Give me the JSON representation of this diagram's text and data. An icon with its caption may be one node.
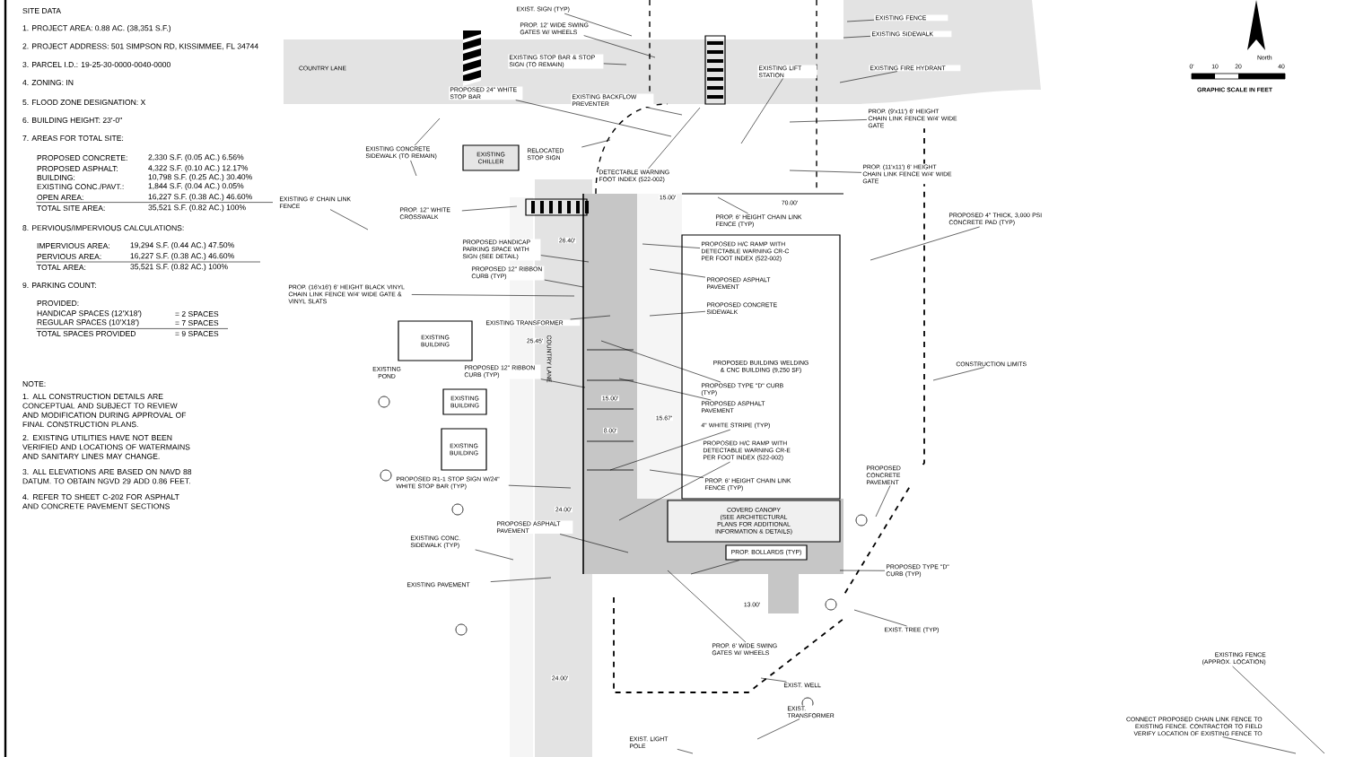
{
  "diagram": {
    "nodes": [
      {
        "text": [
          "EXIST. SIGN (TYP)"
        ]
      },
      {
        "text": [
          "PROP. 12' WIDE SWING GATES W/ WHEELS"
        ]
      },
      {
        "text": [
          "EXISTING STOP BAR & STOP SIGN (TO REMAIN)"
        ]
      },
      {
        "text": [
          "PROPOSED 24\" WHITE STOP BAR"
        ]
      },
      {
        "text": [
          "EXISTING BACKFLOW PREVENTER"
        ]
      },
      {
        "text": [
          "EXISTING CONCRETE SIDEWALK (TO REMAIN)"
        ]
      },
      {
        "text": [
          "RELOCATED STOP SIGN"
        ]
      },
      {
        "text": [
          "DETECTABLE WARNING FOOT INDEX (522-002)"
        ]
      },
      {
        "text": [
          "EXISTING LIFT STATION"
        ]
      },
      {
        "text": [
          "EXISTING FENCE"
        ]
      },
      {
        "text": [
          "EXISTING SIDEWALK"
        ]
      },
      {
        "text": [
          "EXISTING FIRE HYDRANT"
        ]
      },
      {
        "text": [
          "PROP. (9'x11') 6' HEIGHT CHAIN LINK FENCE W/4' WIDE GATE"
        ]
      },
      {
        "text": [
          "PROP. (11'x11') 6' HEIGHT CHAIN LINK FENCE W/4' WIDE GATE"
        ]
      },
      {
        "text": [
          "PROPOSED 4\" THICK, 3,000 PSI CONCRETE PAD (TYP)"
        ]
      },
      {
        "text": [
          "EXISTING CHILLER"
        ]
      },
      {
        "text": [
          "EXISTING 6' CHAIN LINK FENCE"
        ]
      },
      {
        "text": [
          "PROP. 12\" WHITE CROSSWALK"
        ]
      },
      {
        "text": [
          "PROPOSED BUILDING WELDING & CNC BUILDING (9,250 SF)"
        ]
      },
      {
        "text": [
          "PROP. 6' HEIGHT CHAIN LINK FENCE (TYP)"
        ]
      },
      {
        "text": [
          "PROPOSED HANDICAP PARKING SPACE WITH SIGN (SEE DETAIL)"
        ]
      },
      {
        "text": [
          "PROPOSED H/C RAMP WITH DETECTABLE WARNING CR-C PER FOOT INDEX (522-002)"
        ],
        "in": 18
      },
      {
        "text": [
          "PROPOSED 12\" RIBBON CURB (TYP)"
        ]
      },
      {
        "text": [
          "PROPOSED ASPHALT PAVEMENT"
        ],
        "in": 18
      },
      {
        "text": [
          "PROP. (16'x16') 6' HEIGHT BLACK VINYL CHAIN LINK FENCE W/4' WIDE GATE & VINYL SLATS"
        ]
      },
      {
        "text": [
          "PROPOSED CONCRETE SIDEWALK"
        ],
        "in": 18
      },
      {
        "text": [
          "EXISTING BUILDING"
        ]
      },
      {
        "text": [
          "EXISTING TRANSFORMER"
        ]
      },
      {
        "text": [
          "CONSTRUCTION LIMITS"
        ]
      },
      {
        "text": [
          "PROPOSED 12\" RIBBON CURB (TYP)"
        ]
      },
      {
        "text": [
          "PROPOSED TYPE \"D\" CURB (TYP)"
        ],
        "in": 18
      },
      {
        "text": [
          "EXISTING BUILDING"
        ]
      },
      {
        "text": [
          "PROPOSED ASPHALT PAVEMENT"
        ],
        "in": 18
      },
      {
        "text": [
          "4\" WHITE STRIPE (TYP)"
        ],
        "in": 18
      },
      {
        "text": [
          "EXISTING BUILDING"
        ]
      },
      {
        "text": [
          "PROPOSED CONCRETE PAVEMENT"
        ]
      },
      {
        "text": [
          "PROPOSED H/C RAMP WITH DETECTABLE WARNING CR-E PER FOOT INDEX (522-002)"
        ],
        "in": 18
      },
      {
        "text": [
          "PROPOSED R1-1 STOP SIGN W/24\" WHITE STOP BAR (TYP)"
        ]
      },
      {
        "text": [
          "PROP. 6' HEIGHT CHAIN LINK FENCE (TYP)"
        ],
        "in": 18
      },
      {
        "text": [
          "COVERD CANOPY (SEE ARCHITECTURAL PLANS FOR ADDITIONAL INFORMATION & DETAILS)"
        ]
      },
      {
        "text": [
          "PROPOSED ASPHALT PAVEMENT"
        ]
      },
      {
        "text": [
          "EXISTING CONC. SIDEWALK (TYP)"
        ]
      },
      {
        "text": [
          "PROP. BOLLARDS (TYP)"
        ]
      },
      {
        "text": [
          "PROPOSED TYPE \"D\" CURB (TYP)"
        ]
      },
      {
        "text": [
          "EXISTING PAVEMENT"
        ]
      },
      {
        "text": [
          "EXIST. TREE (TYP)"
        ]
      },
      {
        "text": [
          "PROP. 6' WIDE SWING GATES W/ WHEELS"
        ]
      },
      {
        "text": [
          "EXISTING FENCE (APPROX. LOCATION)"
        ]
      },
      {
        "text": [
          "EXIST. WELL"
        ]
      },
      {
        "text": [
          "EXIST. TRANSFORMER"
        ]
      },
      {
        "text": [
          "CONNECT PROPOSED CHAIN LINK FENCE TO EXISTING FENCE. CONTRACTOR TO FIELD VERIFY LOCATION OF EXISTING FENCE TO"
        ]
      },
      {
        "text": [
          "EXIST. LIGHT POLE"
        ]
      }
    ],
    "edges": [
      {
        "from": 0,
        "to": null,
        "arrow": "none"
      },
      {
        "from": 1,
        "to": null,
        "arrow": "none"
      },
      {
        "from": 2,
        "to": null,
        "arrow": "none"
      },
      {
        "from": 3,
        "to": null,
        "arrow": "none"
      },
      {
        "from": 4,
        "to": null,
        "arrow": "none"
      },
      {
        "from": 5,
        "to": null,
        "arrow": "none"
      },
      {
        "from": 5,
        "to": null,
        "arrow": "none"
      },
      {
        "from": 6,
        "to": null,
        "arrow": "none"
      },
      {
        "from": 7,
        "to": null,
        "arrow": "none"
      },
      {
        "from": 8,
        "to": null,
        "arrow": "none"
      },
      {
        "from": 9,
        "to": null,
        "arrow": "none"
      },
      {
        "from": 10,
        "to": null,
        "arrow": "none"
      },
      {
        "from": 11,
        "to": null,
        "arrow": "none"
      },
      {
        "from": 12,
        "to": null,
        "arrow": "none"
      },
      {
        "from": 13,
        "to": null,
        "arrow": "none"
      },
      {
        "from": 14,
        "to": null,
        "arrow": "none"
      },
      {
        "from": 16,
        "to": null,
        "arrow": "none"
      },
      {
        "from": 17,
        "to": null,
        "arrow": "none"
      },
      {
        "from": 19,
        "to": null,
        "arrow": "none"
      },
      {
        "from": 20,
        "to": null,
        "arrow": "none"
      },
      {
        "from": 21,
        "to": null,
        "arrow": "none"
      },
      {
        "from": 22,
        "to": null,
        "arrow": "none"
      },
      {
        "from": 23,
        "to": null,
        "arrow": "none"
      },
      {
        "from": 24,
        "to": null,
        "arrow": "none"
      },
      {
        "from": 25,
        "to": null,
        "arrow": "none"
      },
      {
        "from": 27,
        "to": null,
        "arrow": "none"
      },
      {
        "from": 28,
        "to": null,
        "arrow": "none"
      },
      {
        "from": 29,
        "to": null,
        "arrow": "none"
      },
      {
        "from": 30,
        "to": null,
        "arrow": "none"
      },
      {
        "from": 32,
        "to": null,
        "arrow": "none"
      },
      {
        "from": 33,
        "to": null,
        "arrow": "none"
      },
      {
        "from": 35,
        "to": null,
        "arrow": "none"
      },
      {
        "from": 36,
        "to": null,
        "arrow": "none"
      },
      {
        "from": 37,
        "to": null,
        "arrow": "none"
      },
      {
        "from": 38,
        "to": null,
        "arrow": "none"
      },
      {
        "from": 40,
        "to": null,
        "arrow": "none"
      },
      {
        "from": 41,
        "to": null,
        "arrow": "none"
      },
      {
        "from": 42,
        "to": null,
        "arrow": "none"
      },
      {
        "from": 43,
        "to": null,
        "arrow": "none"
      },
      {
        "from": 44,
        "to": null,
        "arrow": "none"
      },
      {
        "from": 45,
        "to": null,
        "arrow": "none"
      },
      {
        "from": 46,
        "to": null,
        "arrow": "none"
      },
      {
        "from": 47,
        "to": null,
        "arrow": "none"
      },
      {
        "from": 48,
        "to": null,
        "arrow": "none"
      },
      {
        "from": 49,
        "to": null,
        "arrow": "none"
      },
      {
        "from": 50,
        "to": null,
        "arrow": "none"
      },
      {
        "from": 51,
        "to": null,
        "arrow": "none"
      }
    ],
    "labels": [
      "SITE DATA",
      "1. PROJECT AREA: 0.88 AC. (38,351 S.F.)",
      "2. PROJECT ADDRESS: 501 SIMPSON RD, KISSIMMEE, FL 34744",
      "3. PARCEL I.D.: 19-25-30-0000-0040-0000",
      "4. ZONING: IN",
      "5. FLOOD ZONE DESIGNATION: X",
      "6. BUILDING HEIGHT: 23'-0\"",
      "7. AREAS FOR TOTAL SITE:",
      "PROPOSED CONCRETE:",
      "2,330 S.F. (0.05 AC.) 6.56%",
      "PROPOSED ASPHALT:",
      "4,322 S.F. (0.10 AC.) 12.17%",
      "BUILDING:",
      "10,798 S.F. (0.25 AC.) 30.40%",
      "EXISTING CONC./PAVT.:",
      "1,844 S.F. (0.04 AC.) 0.05%",
      "OPEN AREA:",
      "16,227 S.F. (0.38 AC.) 46.60%",
      "TOTAL SITE AREA:",
      "35,521 S.F. (0.82 AC.) 100%",
      "8. PERVIOUS/IMPERVIOUS CALCULATIONS:",
      "IMPERVIOUS AREA:",
      "19,294 S.F. (0.44 AC.) 47.50%",
      "PERVIOUS AREA:",
      "16,227 S.F. (0.38 AC.) 46.60%",
      "TOTAL AREA:",
      "35,521 S.F. (0.82 AC.) 100%",
      "9. PARKING COUNT:",
      "PROVIDED:",
      "HANDICAP SPACES (12'X18')",
      "= 2 SPACES",
      "REGULAR SPACES (10'X18')",
      "= 7 SPACES",
      "TOTAL SPACES PROVIDED",
      "= 9 SPACES",
      "NOTE:",
      "1. ALL CONSTRUCTION DETAILS ARE CONCEPTUAL AND SUBJECT TO REVIEW AND MODIFICATION DURING APPROVAL OF FINAL CONSTRUCTION PLANS.",
      "2. EXISTING UTILITIES HAVE NOT BEEN VERIFIED AND LOCATIONS OF WATERMAINS AND SANITARY LINES MAY CHANGE.",
      "3. ALL ELEVATIONS ARE BASED ON NAVD 88 DATUM. TO OBTAIN NGVD 29 ADD 0.86 FEET.",
      "4. REFER TO SHEET C-202 FOR ASPHALT AND CONCRETE PAVEMENT SECTIONS",
      "COUNTRY LANE",
      "North",
      "0'",
      "10",
      "20",
      "40",
      "GRAPHIC SCALE IN FEET",
      "COUNTRY LANE",
      "EXISTING POND",
      "15.00'",
      "70.00'",
      "26.40'",
      "25.45'",
      "15.00'",
      "15.67'",
      "8.00'",
      "24.00'",
      "24.00'",
      "13.00'"
    ]
  }
}
